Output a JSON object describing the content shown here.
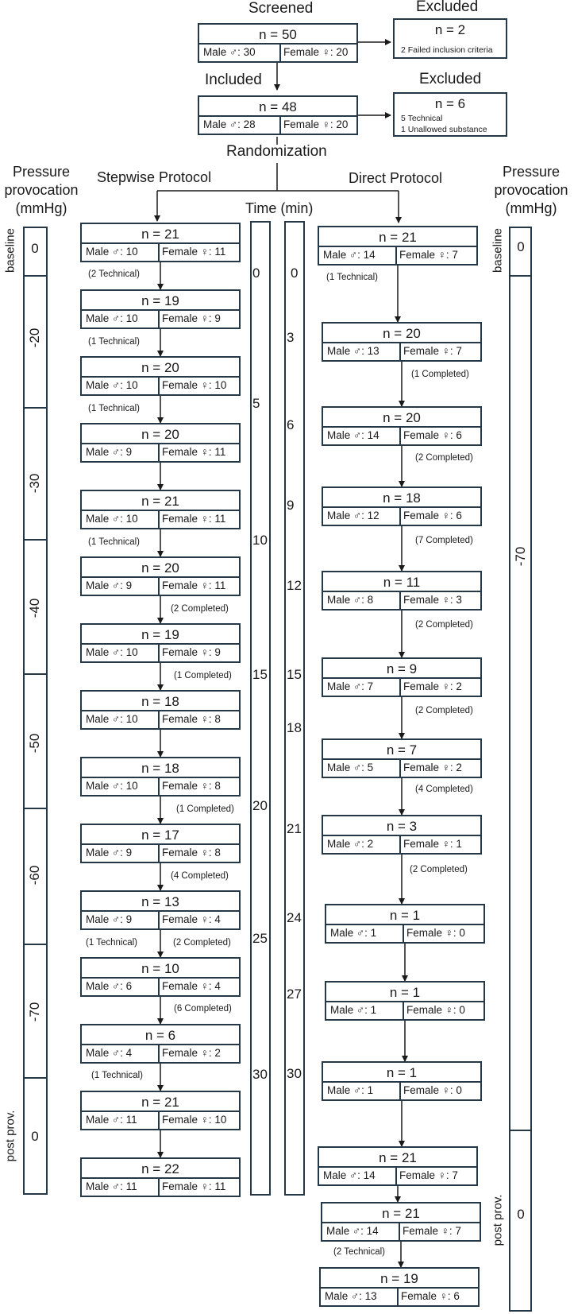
{
  "header": {
    "screened": "Screened",
    "included": "Included",
    "randomization": "Randomization",
    "excluded": "Excluded",
    "stepwise": "Stepwise Protocol",
    "direct": "Direct Protocol",
    "time": "Time (min)",
    "pp_left": [
      "Pressure",
      "provocation",
      "(mmHg)"
    ],
    "pp_right": [
      "Pressure",
      "provocation",
      "(mmHg)"
    ]
  },
  "top_boxes": [
    {
      "n": "n = 50",
      "male": "Male ♂: 30",
      "female": "Female ♀: 20"
    },
    {
      "n": "n = 48",
      "male": "Male ♂: 28",
      "female": "Female ♀: 20"
    }
  ],
  "excluded_boxes": [
    {
      "n": "n = 2",
      "lines": [
        "2 Failed inclusion criteria"
      ]
    },
    {
      "n": "n = 6",
      "lines": [
        "5 Technical",
        "1 Unallowed substance"
      ]
    }
  ],
  "stepwise_boxes": [
    {
      "n": "n = 21",
      "male": "Male ♂: 10",
      "female": "Female ♀: 11"
    },
    {
      "n": "n = 19",
      "male": "Male ♂: 10",
      "female": "Female ♀: 9"
    },
    {
      "n": "n = 20",
      "male": "Male ♂: 10",
      "female": "Female ♀: 10"
    },
    {
      "n": "n = 20",
      "male": "Male ♂: 9",
      "female": "Female ♀: 11"
    },
    {
      "n": "n = 21",
      "male": "Male ♂: 10",
      "female": "Female ♀: 11"
    },
    {
      "n": "n = 20",
      "male": "Male ♂: 9",
      "female": "Female ♀: 11"
    },
    {
      "n": "n = 19",
      "male": "Male ♂: 10",
      "female": "Female ♀: 9"
    },
    {
      "n": "n = 18",
      "male": "Male ♂: 10",
      "female": "Female ♀: 8"
    },
    {
      "n": "n = 18",
      "male": "Male ♂: 10",
      "female": "Female ♀: 8"
    },
    {
      "n": "n = 17",
      "male": "Male ♂: 9",
      "female": "Female ♀: 8"
    },
    {
      "n": "n = 13",
      "male": "Male ♂: 9",
      "female": "Female ♀: 4"
    },
    {
      "n": "n = 10",
      "male": "Male ♂: 6",
      "female": "Female ♀: 4"
    },
    {
      "n": "n = 6",
      "male": "Male ♂: 4",
      "female": "Female ♀: 2"
    },
    {
      "n": "n = 21",
      "male": "Male ♂: 11",
      "female": "Female ♀: 10"
    },
    {
      "n": "n = 22",
      "male": "Male ♂: 11",
      "female": "Female ♀: 11"
    }
  ],
  "stepwise_notes": [
    "(2 Technical)",
    "(1 Technical)",
    "(1 Technical)",
    "(1 Technical)",
    "(2 Completed)",
    "(1 Completed)",
    "(1 Completed)",
    "(4 Completed)",
    "(1 Technical)",
    "(2 Completed)",
    "(6 Completed)",
    "(1 Technical)"
  ],
  "direct_boxes": [
    {
      "n": "n = 21",
      "male": "Male ♂: 14",
      "female": "Female ♀: 7"
    },
    {
      "n": "n = 20",
      "male": "Male ♂: 13",
      "female": "Female ♀: 7"
    },
    {
      "n": "n = 20",
      "male": "Male ♂: 14",
      "female": "Female ♀: 6"
    },
    {
      "n": "n = 18",
      "male": "Male ♂: 12",
      "female": "Female ♀: 6"
    },
    {
      "n": "n = 11",
      "male": "Male ♂: 8",
      "female": "Female ♀: 3"
    },
    {
      "n": "n = 9",
      "male": "Male ♂: 7",
      "female": "Female ♀: 2"
    },
    {
      "n": "n = 7",
      "male": "Male ♂: 5",
      "female": "Female ♀: 2"
    },
    {
      "n": "n = 3",
      "male": "Male ♂: 2",
      "female": "Female ♀: 1"
    },
    {
      "n": "n = 1",
      "male": "Male ♂: 1",
      "female": "Female ♀: 0"
    },
    {
      "n": "n = 1",
      "male": "Male ♂: 1",
      "female": "Female ♀: 0"
    },
    {
      "n": "n = 1",
      "male": "Male ♂: 1",
      "female": "Female ♀: 0"
    },
    {
      "n": "n = 21",
      "male": "Male ♂: 14",
      "female": "Female ♀: 7"
    },
    {
      "n": "n = 21",
      "male": "Male ♂: 14",
      "female": "Female ♀: 7"
    },
    {
      "n": "n = 19",
      "male": "Male ♂: 13",
      "female": "Female ♀: 6"
    }
  ],
  "direct_notes": [
    "(1 Technical)",
    "(1 Completed)",
    "(2 Completed)",
    "(7 Completed)",
    "(2 Completed)",
    "(2 Completed)",
    "(4 Completed)",
    "(2 Completed)",
    "(2 Technical)"
  ],
  "time_stepwise": [
    "0",
    "5",
    "10",
    "15",
    "20",
    "25",
    "30"
  ],
  "time_direct": [
    "0",
    "3",
    "6",
    "9",
    "12",
    "15",
    "18",
    "21",
    "24",
    "27",
    "30"
  ],
  "pressure_left": [
    {
      "label": "baseline",
      "value": "0"
    },
    {
      "label": "",
      "value": "-20"
    },
    {
      "label": "",
      "value": "-30"
    },
    {
      "label": "",
      "value": "-40"
    },
    {
      "label": "",
      "value": "-50"
    },
    {
      "label": "",
      "value": "-60"
    },
    {
      "label": "",
      "value": "-70"
    },
    {
      "label": "post prov.",
      "value": "0"
    }
  ],
  "pressure_right": [
    {
      "label": "baseline",
      "value": "0"
    },
    {
      "label": "",
      "value": "-70"
    },
    {
      "label": "post prov.",
      "value": "0"
    }
  ]
}
